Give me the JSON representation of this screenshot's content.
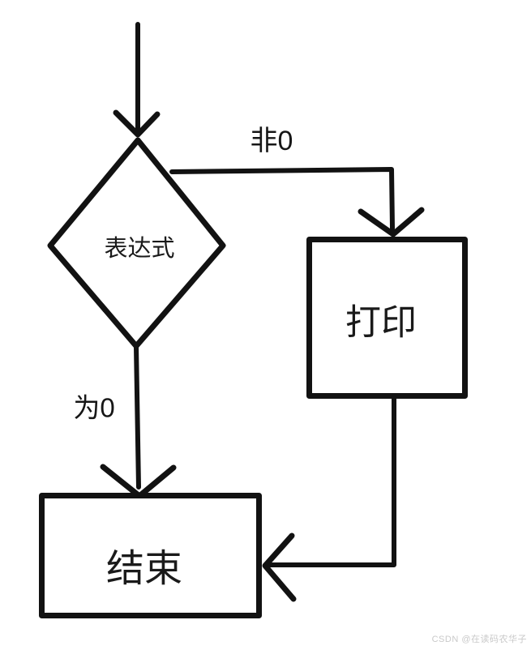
{
  "diagram": {
    "type": "flowchart",
    "nodes": [
      {
        "id": "expression",
        "shape": "diamond",
        "label": "表达式"
      },
      {
        "id": "print",
        "shape": "rect",
        "label": "打印"
      },
      {
        "id": "end",
        "shape": "rect",
        "label": "结束"
      }
    ],
    "edges": [
      {
        "from": "entry",
        "to": "expression",
        "label": ""
      },
      {
        "from": "expression",
        "to": "print",
        "label": "非0"
      },
      {
        "from": "expression",
        "to": "end",
        "label": "为0"
      },
      {
        "from": "print",
        "to": "end",
        "label": ""
      }
    ],
    "colors": {
      "ink": "#121212",
      "background": "#ffffff",
      "watermark_text": "#c9c9c9"
    }
  },
  "watermark": {
    "text": "CSDN @在读码农华子"
  }
}
